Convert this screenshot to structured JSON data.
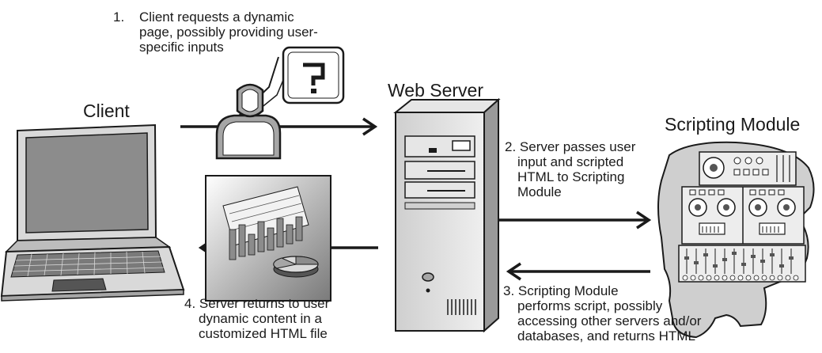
{
  "labels": {
    "client": "Client",
    "web_server": "Web Server",
    "scripting_module": "Scripting Module"
  },
  "steps": {
    "step1": {
      "number": "1.",
      "lines": [
        "Client requests a dynamic",
        "page, possibly providing user-",
        "specific inputs"
      ]
    },
    "step2": {
      "lines": [
        "2. Server passes user",
        "input and scripted",
        "HTML to Scripting",
        "Module"
      ]
    },
    "step3": {
      "lines": [
        "3. Scripting Module",
        "performs script, possibly",
        "accessing other servers and/or",
        "databases, and returns HTML"
      ]
    },
    "step4": {
      "lines": [
        "4. Server returns to user",
        "dynamic content in a",
        "customized HTML file"
      ]
    }
  },
  "icons": {
    "laptop": "laptop-icon",
    "user": "user-icon",
    "question_bubble": "question-bubble-icon",
    "server_tower": "server-tower-icon",
    "report": "report-chart-icon",
    "scripting_head": "head-with-tape-machines-icon"
  },
  "colors": {
    "outline": "#1a1a1a",
    "gray_light": "#d9d9d9",
    "gray_mid": "#a6a6a6",
    "gray_dark": "#555555",
    "screen": "#8c8c8c"
  }
}
